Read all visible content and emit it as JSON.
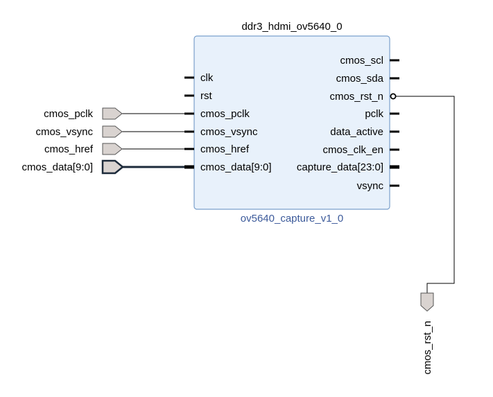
{
  "block": {
    "instance_name": "ddr3_hdmi_ov5640_0",
    "module_name": "ov5640_capture_v1_0",
    "left_ports": [
      "clk",
      "rst",
      "cmos_pclk",
      "cmos_vsync",
      "cmos_href",
      "cmos_data[9:0]"
    ],
    "right_ports": [
      "cmos_scl",
      "cmos_sda",
      "cmos_rst_n",
      "pclk",
      "data_active",
      "cmos_clk_en",
      "capture_data[23:0]",
      "vsync"
    ]
  },
  "external_inputs": [
    "cmos_pclk",
    "cmos_vsync",
    "cmos_href",
    "cmos_data[9:0]"
  ],
  "external_output": "cmos_rst_n",
  "colors": {
    "block_fill": "#e8f1fb",
    "block_border": "#7aa0cc",
    "module_label": "#3c5a9a",
    "port_fill": "#d9d3d0",
    "bus_wire": "#1c2a3a"
  }
}
